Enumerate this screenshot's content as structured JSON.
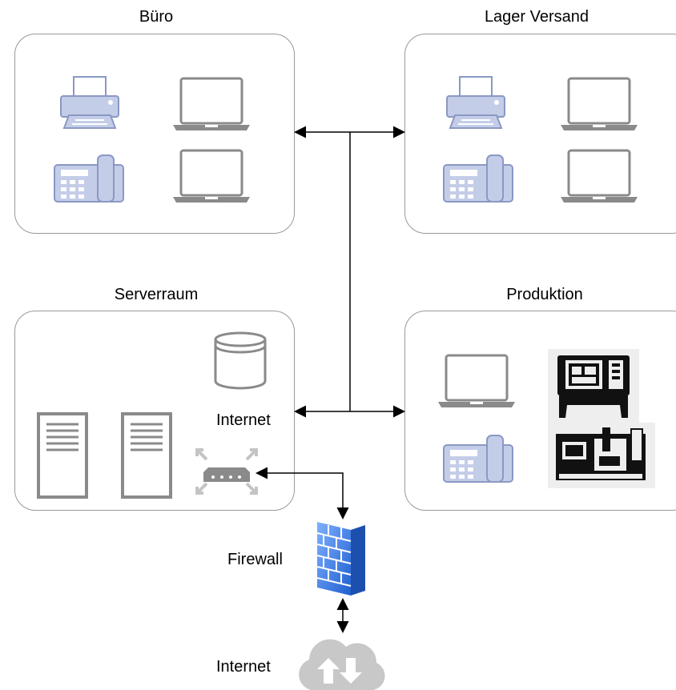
{
  "zones": {
    "buero": "Büro",
    "lager": "Lager Versand",
    "server": "Serverraum",
    "produktion": "Produktion"
  },
  "labels": {
    "router_internet": "Internet",
    "firewall": "Firewall",
    "cloud_internet": "Internet"
  },
  "colors": {
    "device_gray": "#8a8a8a",
    "phone_blue": "#c4cde8",
    "phone_stroke": "#8a98c4",
    "firewall_blue": "#2e6fd8",
    "cloud_gray": "#c8c8c8",
    "border": "#999999"
  },
  "icons": [
    "printer-icon",
    "laptop-icon",
    "desk-phone-icon",
    "database-icon",
    "server-tower-icon",
    "router-icon",
    "cnc-machine-icon",
    "cnc-lathe-icon",
    "firewall-icon",
    "cloud-icon"
  ]
}
